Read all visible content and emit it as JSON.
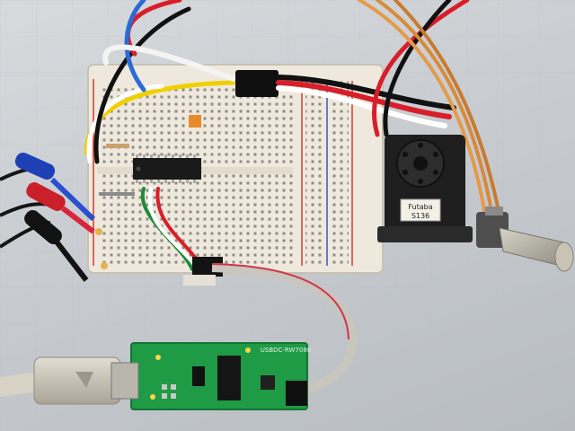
{
  "scene": {
    "background": "#c9ced2",
    "breadboard_color": "#efe9dd",
    "pcb_color": "#1f9a45",
    "servo_color": "#1e1e1e"
  },
  "servo": {
    "brand": "Futaba",
    "model": "S136"
  },
  "pcb": {
    "model_text": "USBDC-RW7080"
  }
}
